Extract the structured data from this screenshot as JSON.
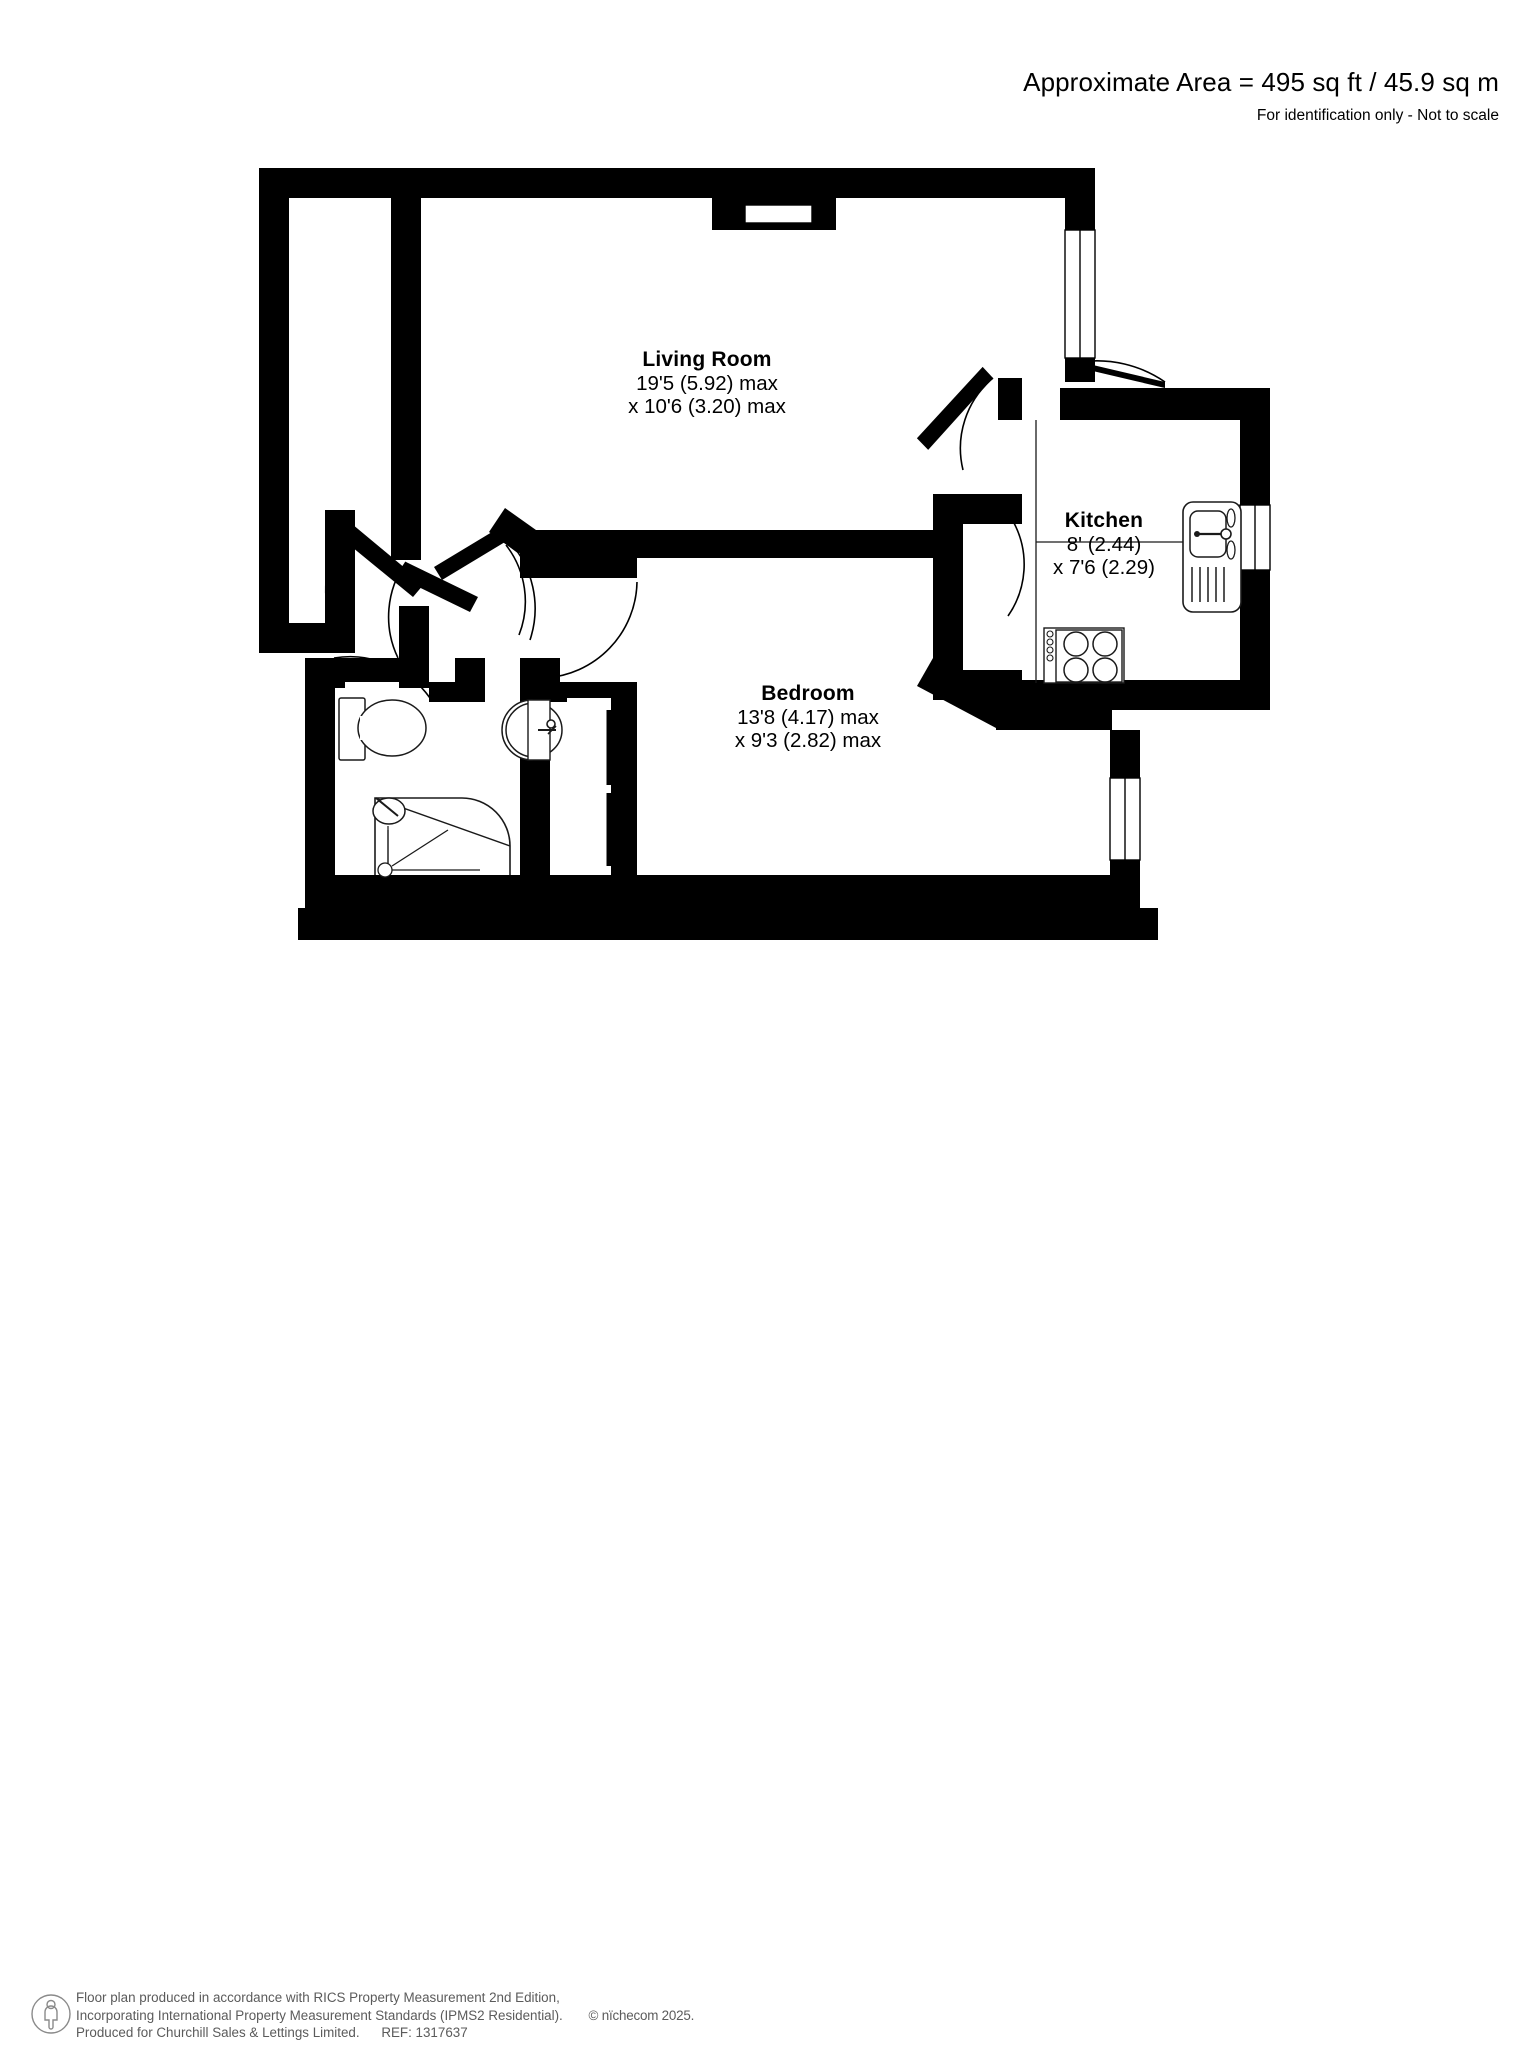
{
  "header": {
    "area_text": "Approximate Area = 495 sq ft / 45.9 sq m",
    "scale_note": "For identification only - Not to scale"
  },
  "rooms": [
    {
      "id": "living-room",
      "name": "Living Room",
      "dim_line1": "19'5 (5.92) max",
      "dim_line2": "x 10'6 (3.20) max"
    },
    {
      "id": "kitchen",
      "name": "Kitchen",
      "dim_line1": "8' (2.44)",
      "dim_line2": "x 7'6 (2.29)"
    },
    {
      "id": "bedroom",
      "name": "Bedroom",
      "dim_line1": "13'8 (4.17) max",
      "dim_line2": "x 9'3 (2.82) max"
    }
  ],
  "fixtures": {
    "toilet": "toilet-icon",
    "basin": "wash-basin-icon",
    "shower": "shower-tray-icon",
    "sink": "kitchen-sink-icon",
    "hob": "cooker-hob-icon",
    "wardrobe": "built-in-wardrobe-icon"
  },
  "footer": {
    "icon": "person-in-circle-icon",
    "line1": "Floor plan produced in accordance with RICS Property Measurement 2nd Edition,",
    "line2": "Incorporating International Property Measurement Standards (IPMS2 Residential).",
    "copyright": "© nïchecom 2025.",
    "line3": "Produced for Churchill Sales & Lettings Limited.",
    "reference": "REF: 1317637"
  },
  "colors": {
    "wall": "#000000",
    "background": "#ffffff",
    "fixture_stroke": "#1a1a1a",
    "footer_text": "#5b5b5b"
  }
}
